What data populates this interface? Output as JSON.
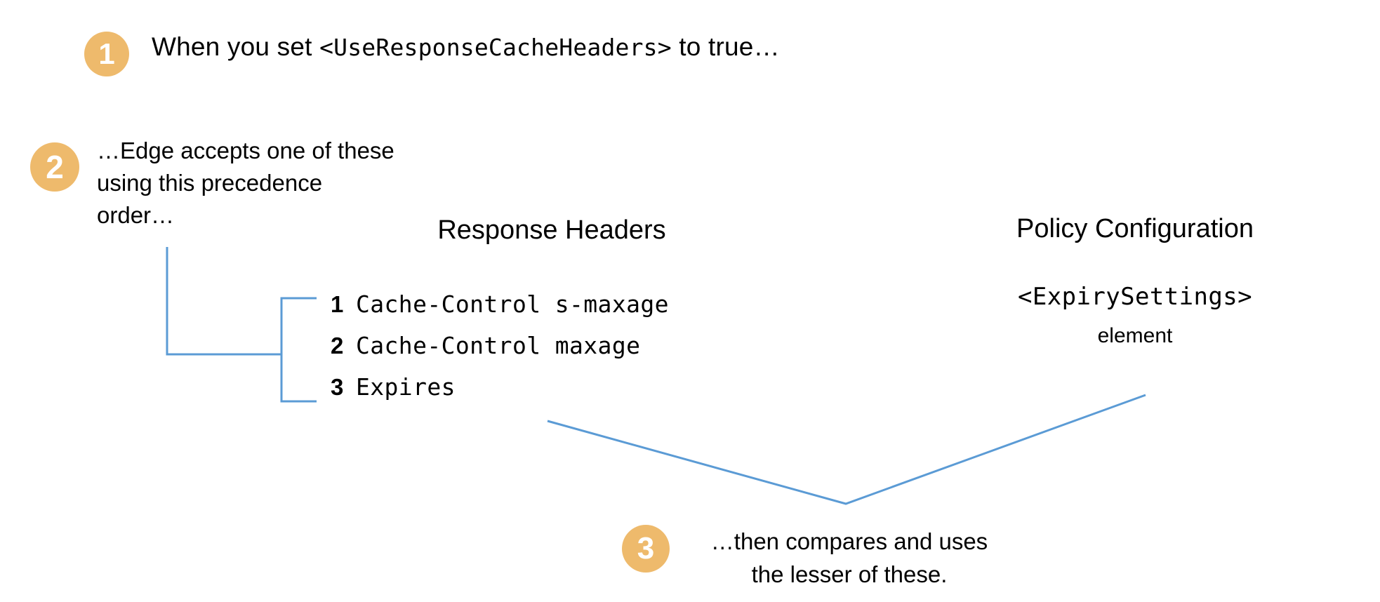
{
  "page": {
    "title": "Edge response cache headers vs policy configuration precedence",
    "background": "#ffffff",
    "accent_orange": "#eeba6c",
    "connector_blue": "#5b9bd5",
    "text_color": "#000000"
  },
  "steps": [
    {
      "badge": "1",
      "text_plain": "When you set ",
      "text_code": "<UseResponseCacheHeaders>",
      "text_tail": " to true…"
    },
    {
      "badge": "2",
      "lines": [
        "…Edge accepts one of these",
        "using this precedence",
        "order…"
      ]
    },
    {
      "badge": "3",
      "lines": [
        "…then compares and uses",
        "the lesser of these."
      ]
    }
  ],
  "columns": {
    "response_headers": {
      "heading": "Response Headers",
      "items": [
        {
          "number": "1",
          "label": "Cache-Control s-maxage"
        },
        {
          "number": "2",
          "label": "Cache-Control maxage"
        },
        {
          "number": "3",
          "label": "Expires"
        }
      ]
    },
    "policy_configuration": {
      "heading": "Policy Configuration",
      "element_code": "<ExpirySettings>",
      "element_word": "element"
    }
  }
}
